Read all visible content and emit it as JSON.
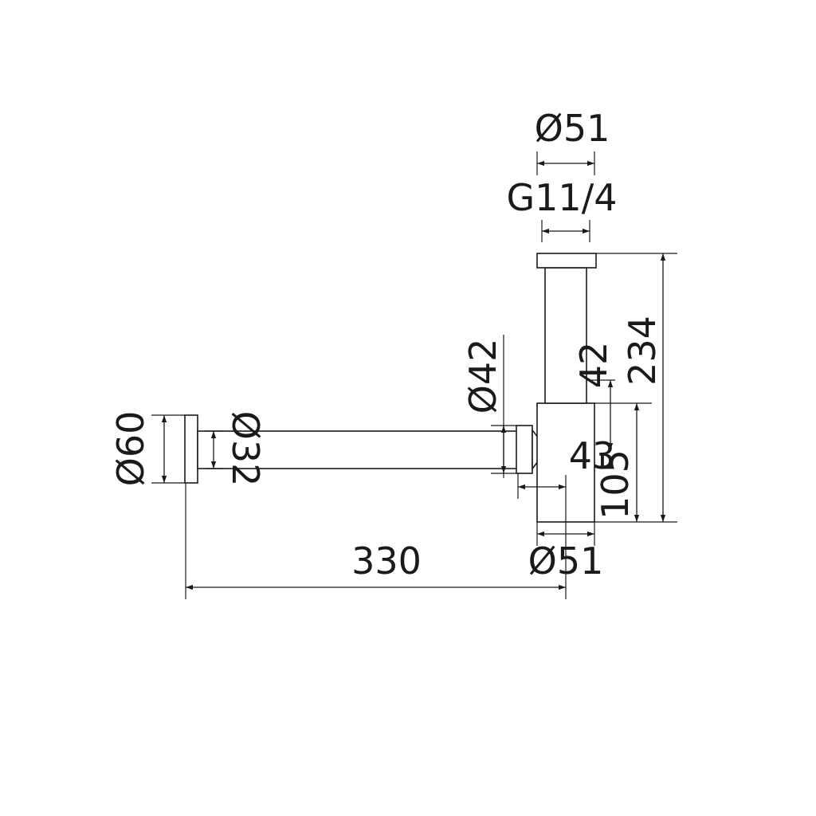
{
  "dimensions": {
    "top_diameter": "Ø51",
    "thread": "G11/4",
    "bottle_diameter": "Ø51",
    "overall_length": "330",
    "overall_height": "234",
    "body_height": "105",
    "upper_offset": "42",
    "outlet_offset": "43",
    "outlet_diameter": "Ø42",
    "wall_flange_diameter": "Ø60",
    "pipe_diameter": "Ø32"
  },
  "colors": {
    "line": "#1a1a1a",
    "background": "#ffffff"
  }
}
